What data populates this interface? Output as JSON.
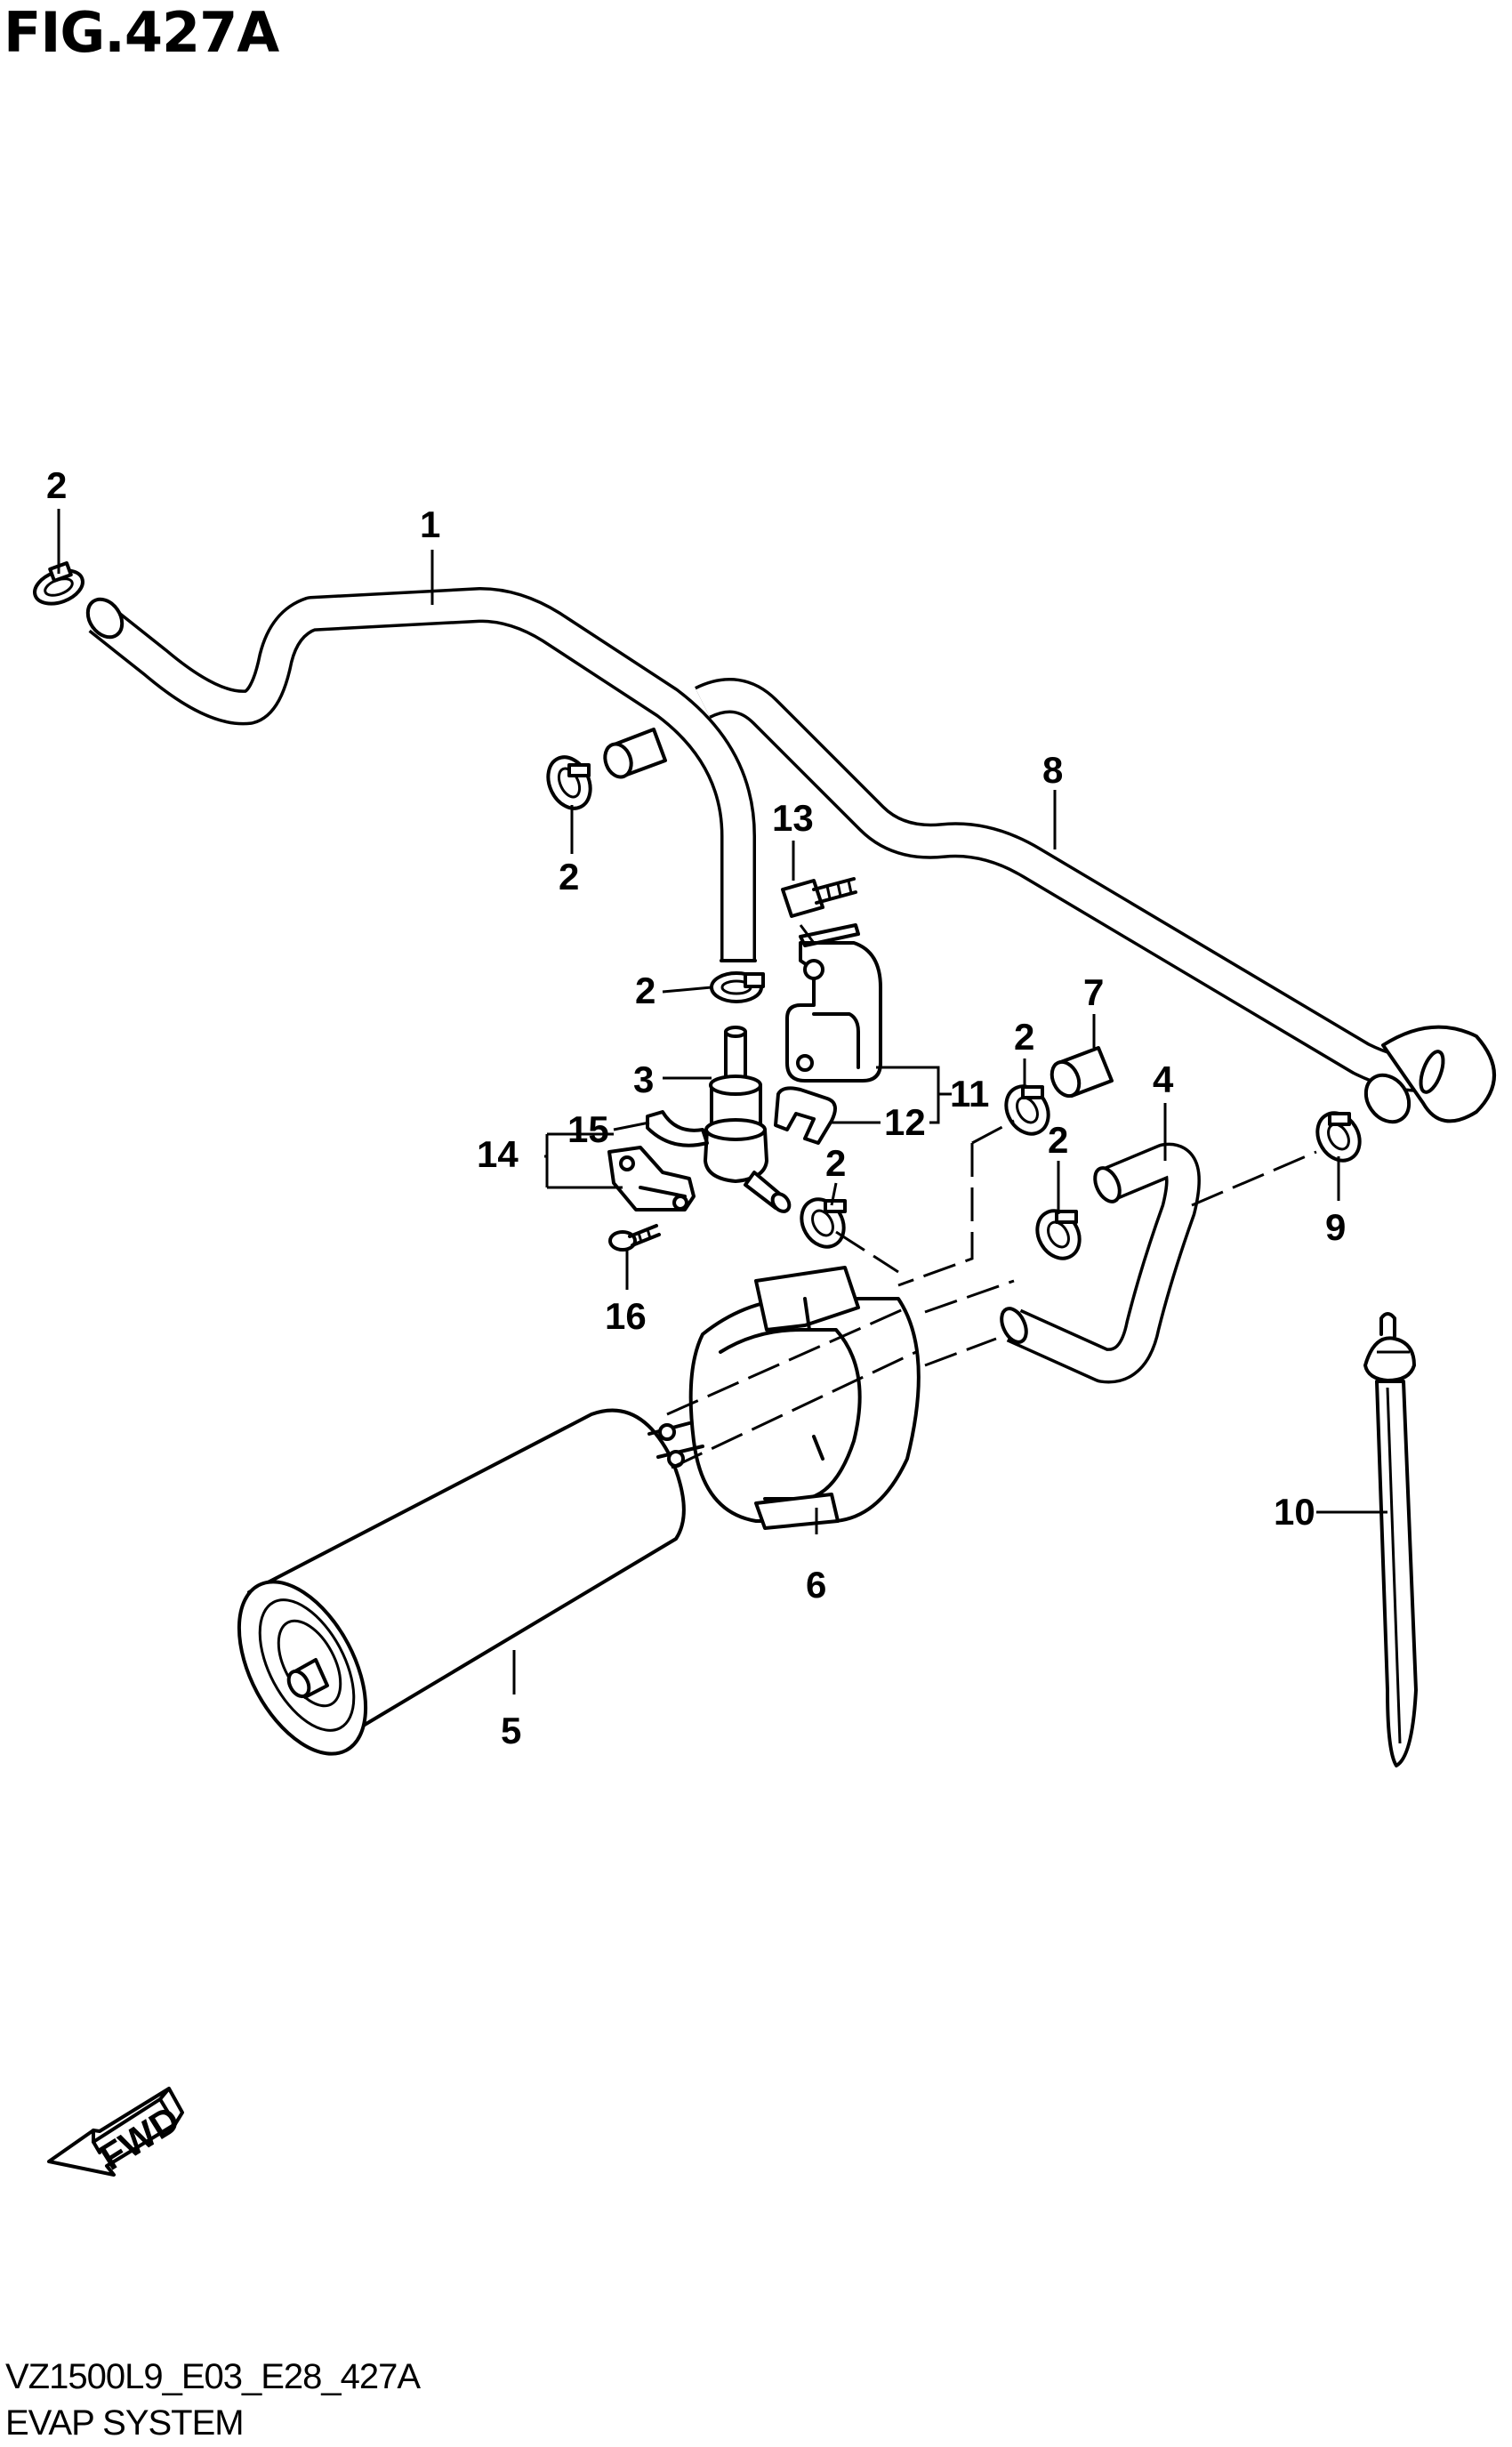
{
  "figure": {
    "title": "FIG.427A",
    "code": "VZ1500L9_E03_E28_427A",
    "name": "EVAP SYSTEM"
  },
  "callouts": {
    "c1": "1",
    "c2a": "2",
    "c2b": "2",
    "c2c": "2",
    "c2d": "2",
    "c2e": "2",
    "c2f": "2",
    "c3": "3",
    "c4": "4",
    "c5": "5",
    "c6": "6",
    "c7": "7",
    "c8": "8",
    "c9": "9",
    "c10": "10",
    "c11": "11",
    "c12": "12",
    "c13": "13",
    "c14": "14",
    "c15": "15",
    "c16": "16"
  },
  "fwd_arrow": {
    "label": "FWD"
  },
  "colors": {
    "ink": "#000000",
    "paper": "#ffffff"
  }
}
